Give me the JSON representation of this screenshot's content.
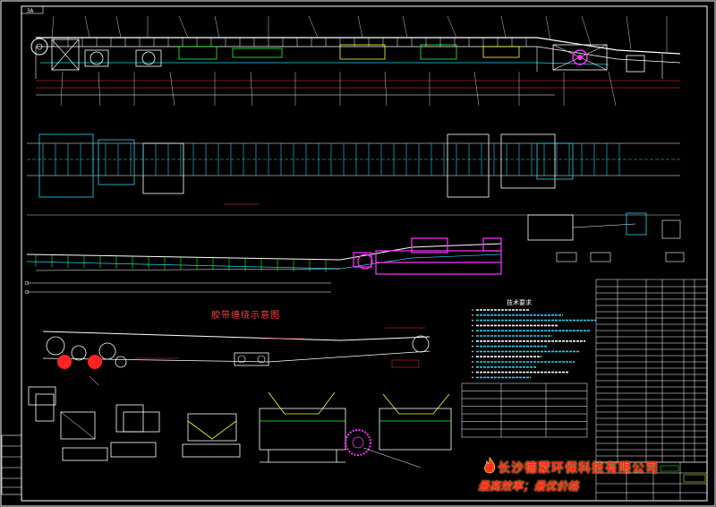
{
  "drawing": {
    "frame_tag": "3A",
    "section_title": "胶带缠绕示意图",
    "notes_title": "技术要求",
    "company_name": "长沙德蒙环保科技有限公司",
    "slogan": "最高效率；最优价格",
    "colors": {
      "background": "#000000",
      "outline": "#ffffff",
      "cyan": "#22d3ee",
      "green": "#22ff22",
      "magenta": "#ff33ff",
      "yellow": "#ffff33",
      "red": "#ff2222"
    }
  }
}
